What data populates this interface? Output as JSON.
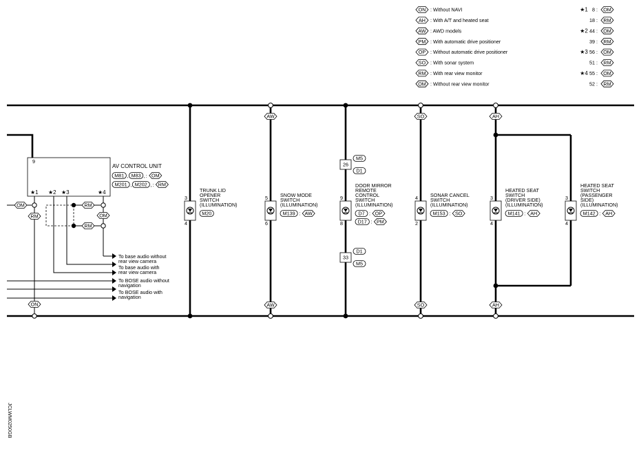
{
  "legend": [
    {
      "code": "ON",
      "desc": "Without NAVI",
      "star": "★1",
      "cross": "8 :",
      "tag": "OM"
    },
    {
      "code": "AH",
      "desc": "With A/T and heated seat",
      "star": "",
      "cross": "18 :",
      "tag": "RM"
    },
    {
      "code": "AW",
      "desc": "AWD models",
      "star": "★2",
      "cross": "44 :",
      "tag": "OM"
    },
    {
      "code": "PM",
      "desc": "With automatic drive positioner",
      "star": "",
      "cross": "39 :",
      "tag": "RM"
    },
    {
      "code": "OP",
      "desc": "Without automatic drive positioner",
      "star": "★3",
      "cross": "56 :",
      "tag": "OM"
    },
    {
      "code": "SO",
      "desc": "With sonar system",
      "star": "",
      "cross": "51 :",
      "tag": "RM"
    },
    {
      "code": "RM",
      "desc": "With rear view monitor",
      "star": "★4",
      "cross": "55 :",
      "tag": "OM"
    },
    {
      "code": "OM",
      "desc": "Without rear view monitor",
      "star": "",
      "cross": "52 :",
      "tag": "RM"
    }
  ],
  "av_unit": {
    "title": "AV CONTROL UNIT",
    "pin_top": "9",
    "stars": [
      "★1",
      "★2",
      "★3",
      "★4"
    ],
    "conn_row1": [
      "M81",
      "M83",
      "OM"
    ],
    "conn_row2": [
      "M201",
      "M202",
      "RM"
    ]
  },
  "av_tags": {
    "left_om": "OM",
    "left_rm": "RM",
    "rm_a": "RM",
    "om_mid": "OM",
    "rm_b": "RM",
    "bottom_on": "ON"
  },
  "destinations": [
    "To base audio without\nrear view camera",
    "To base audio with\nrear view camera",
    "To BOSE audio without\nnavigation",
    "To BOSE audio with\nnavigation"
  ],
  "switches": [
    {
      "id": "trunk",
      "name": "TRUNK LID\nOPENER\nSWITCH\n(ILLUMINATION)",
      "pin_top": "3",
      "pin_bot": "4",
      "conn": "M20",
      "opt": "",
      "top_tag": "",
      "bot_tag": ""
    },
    {
      "id": "snow",
      "name": "SNOW MODE\nSWITCH\n(ILLUMINATION)",
      "pin_top": "5",
      "pin_bot": "6",
      "conn": "M139",
      "opt": "AW",
      "top_tag": "AW",
      "bot_tag": "AW"
    },
    {
      "id": "mirror",
      "name": "DOOR MIRROR\nREMOTE\nCONTROL\nSWITCH\n(ILLUMINATION)",
      "pin_top": "9",
      "pin_bot": "8",
      "conn": "D7",
      "opt": "OP",
      "conn2": "D17",
      "opt2": "PM",
      "top_tag": "",
      "bot_tag": ""
    },
    {
      "id": "sonar",
      "name": "SONAR CANCEL\nSWITCH\n(ILLUMINATION)",
      "pin_top": "4",
      "pin_bot": "2",
      "conn": "M153",
      "opt": "SO",
      "top_tag": "SO",
      "bot_tag": "SO"
    },
    {
      "id": "heat_d",
      "name": "HEATED SEAT\nSWITCH\n(DRIVER SIDE)\n(ILLUMINATION)",
      "pin_top": "3",
      "pin_bot": "4",
      "conn": "M141",
      "opt": "AH",
      "top_tag": "AH",
      "bot_tag": "AH"
    },
    {
      "id": "heat_p",
      "name": "HEATED SEAT\nSWITCH\n(PASSENGER\nSIDE)\n(ILLUMINATION)",
      "pin_top": "3",
      "pin_bot": "4",
      "conn": "M142",
      "opt": "AH",
      "top_tag": "",
      "bot_tag": ""
    }
  ],
  "joints": {
    "top": {
      "pin": "26",
      "tags": [
        "M5",
        "D1"
      ]
    },
    "bottom": {
      "pin": "33",
      "tags": [
        "D1",
        "M5"
      ]
    }
  },
  "code_label": "JCLWM0250GB"
}
